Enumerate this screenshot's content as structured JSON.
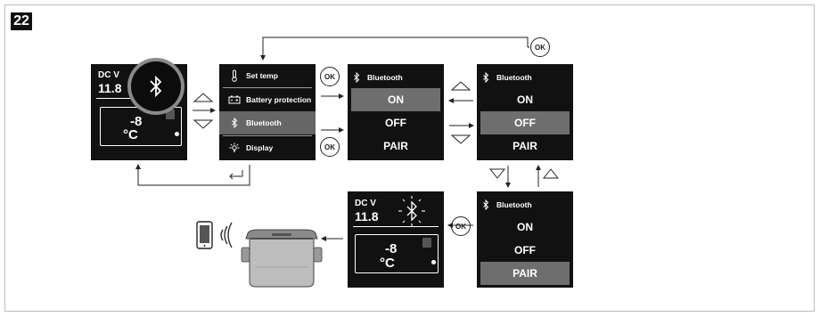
{
  "figure_number": "22",
  "display_main": {
    "dc_label": "DC V",
    "voltage": "11.8",
    "temperature": "-8",
    "unit": "°C"
  },
  "menu": {
    "items": [
      {
        "label": "Set temp",
        "icon": "thermometer-icon"
      },
      {
        "label": "Battery protection",
        "icon": "battery-icon"
      },
      {
        "label": "Bluetooth",
        "icon": "bluetooth-icon",
        "selected": true
      },
      {
        "label": "Display",
        "icon": "display-icon"
      }
    ]
  },
  "bt_screen_1": {
    "header": "Bluetooth",
    "options": [
      "ON",
      "OFF",
      "PAIR"
    ],
    "selected": "ON"
  },
  "bt_screen_2": {
    "header": "Bluetooth",
    "options": [
      "ON",
      "OFF",
      "PAIR"
    ],
    "selected": "OFF"
  },
  "bt_screen_3": {
    "header": "Bluetooth",
    "options": [
      "ON",
      "OFF",
      "PAIR"
    ],
    "selected": "PAIR"
  },
  "display_pairing": {
    "dc_label": "DC V",
    "voltage": "11.8",
    "temperature": "-8",
    "unit": "°C"
  },
  "ok_label": "OK",
  "colors": {
    "screen": "#111111",
    "selected": "#666666",
    "line": "#222222"
  }
}
